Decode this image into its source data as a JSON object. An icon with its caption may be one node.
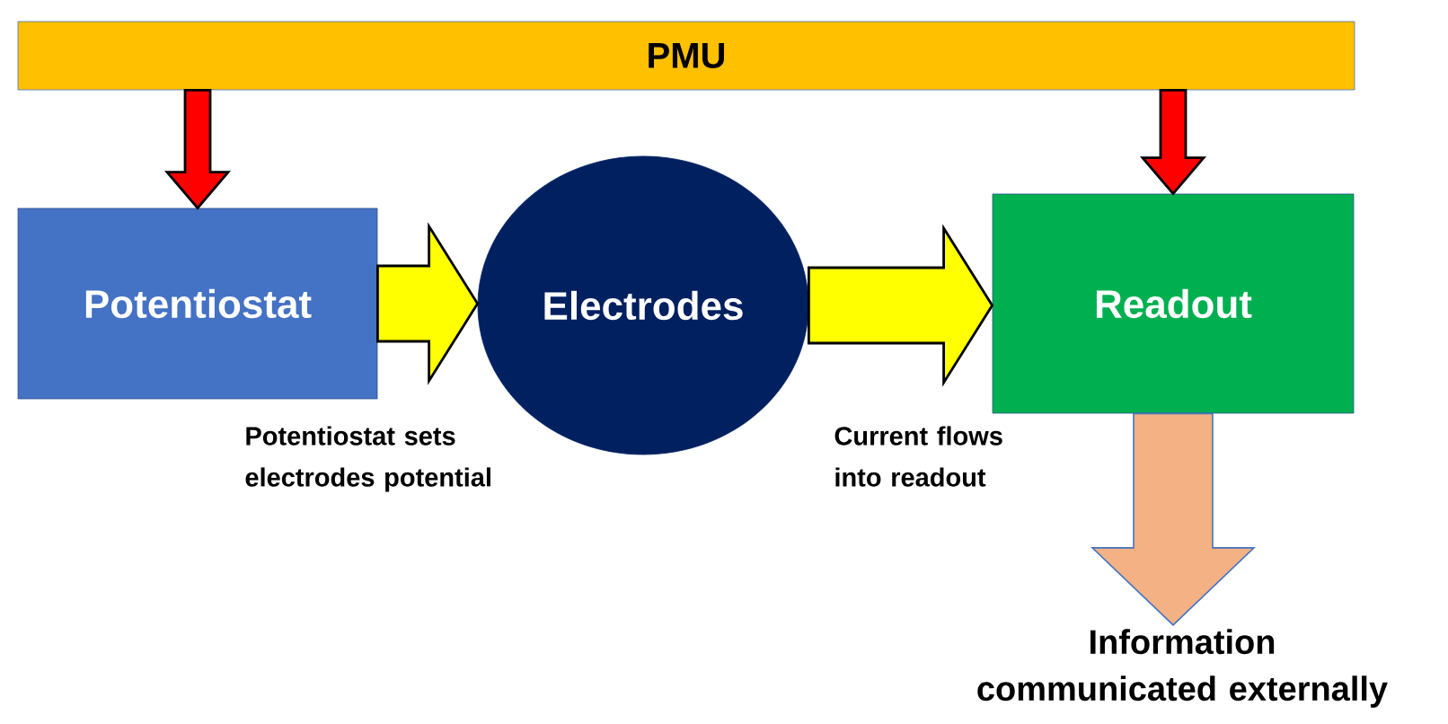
{
  "diagram": {
    "nodes": [
      {
        "text": [
          "PMU"
        ]
      },
      {
        "text": [
          "Potentiostat"
        ]
      },
      {
        "text": [
          "Electrodes"
        ]
      },
      {
        "text": [
          "Readout"
        ]
      },
      {
        "text": [
          "Information communicated externally"
        ]
      }
    ],
    "edges": [
      {
        "from": 0,
        "to": 1,
        "arrow": "to",
        "color": "#ff0000"
      },
      {
        "from": 0,
        "to": 3,
        "arrow": "to",
        "color": "#ff0000"
      },
      {
        "from": 1,
        "to": 2,
        "arrow": "to",
        "color": "#ffff00",
        "label": "Potentiostat sets electrodes potential"
      },
      {
        "from": 2,
        "to": 3,
        "arrow": "to",
        "color": "#ffff00",
        "label": "Current flows into readout"
      },
      {
        "from": 3,
        "to": 4,
        "arrow": "to",
        "color": "#f4b183"
      }
    ]
  }
}
